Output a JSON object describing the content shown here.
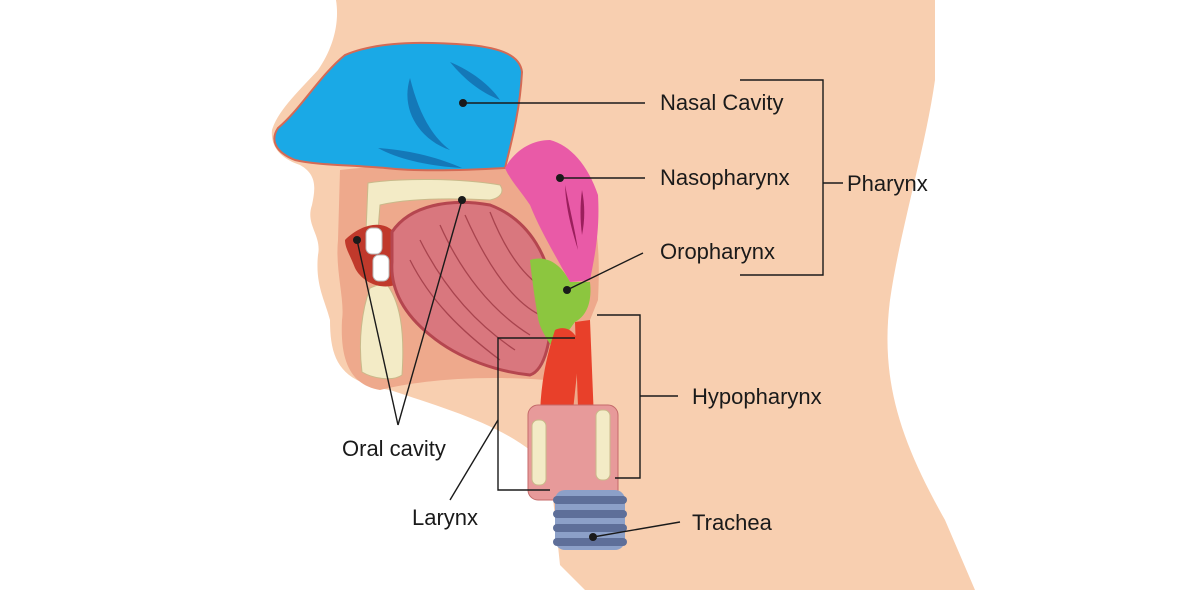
{
  "labels": {
    "nasal_cavity": "Nasal Cavity",
    "nasopharynx": "Nasopharynx",
    "oropharynx": "Oropharynx",
    "pharynx": "Pharynx",
    "hypopharynx": "Hypopharynx",
    "oral_cavity": "Oral cavity",
    "larynx": "Larynx",
    "trachea": "Trachea"
  },
  "colors": {
    "skin": "#f8cfb0",
    "skin_dark": "#eea98c",
    "nasal_cavity": "#1aa9e6",
    "nasal_dark": "#1478b8",
    "nasopharynx": "#e95aa7",
    "oropharynx": "#8cc63f",
    "palate_bone": "#f3ebc6",
    "tongue": "#d9777e",
    "tongue_lines": "#a8444e",
    "mouth_red": "#c0392b",
    "esophagus": "#e8402a",
    "larynx_pink": "#e79a9a",
    "trachea_blue": "#8ca0c8",
    "trachea_dark": "#5e6f99",
    "line": "#1a1a1a"
  }
}
